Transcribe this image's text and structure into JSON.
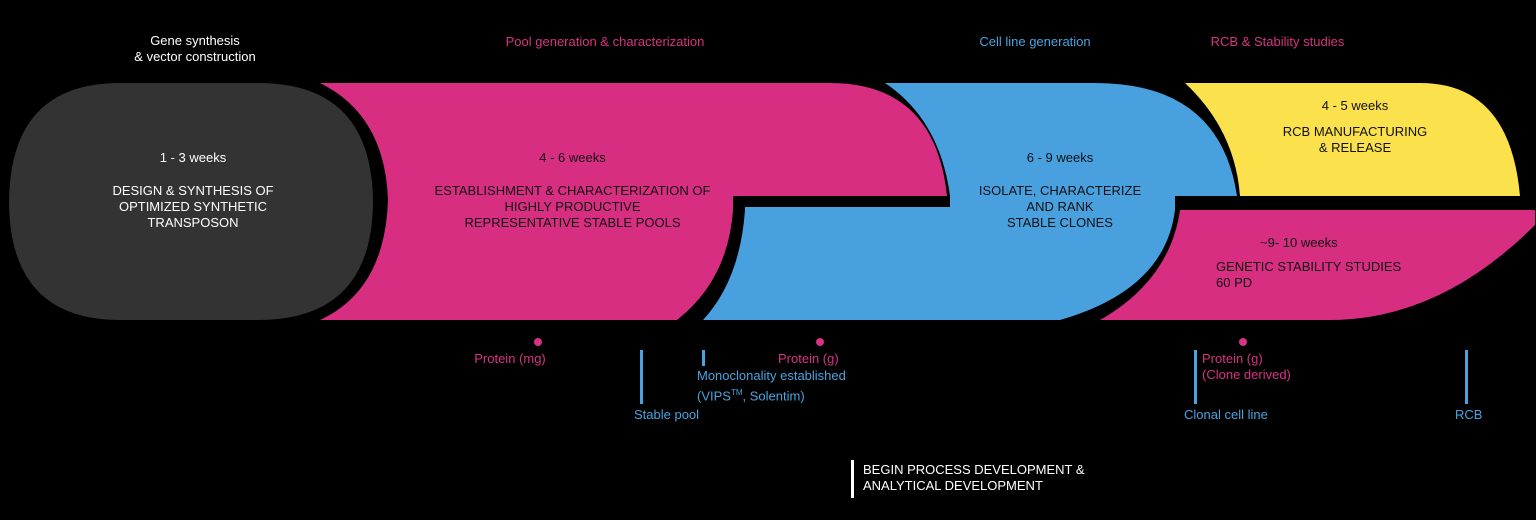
{
  "colors": {
    "background": "#000000",
    "gray": "#333333",
    "pink": "#d82e82",
    "blue": "#48a0df",
    "yellow": "#fbe24c",
    "milestone_blue": "#4aa3df",
    "protein_pink": "#d63384"
  },
  "phases": [
    {
      "label_lines": [
        "Gene synthesis",
        "& vector construction"
      ],
      "color": "white"
    },
    {
      "label_lines": [
        "Pool generation & characterization"
      ],
      "color": "pink"
    },
    {
      "label_lines": [
        "Cell line generation"
      ],
      "color": "blue"
    },
    {
      "label_lines": [
        "RCB & Stability studies"
      ],
      "color": "pink"
    }
  ],
  "stages": [
    {
      "id": "design",
      "weeks": "1 - 3 weeks",
      "title_lines": [
        "DESIGN & SYNTHESIS OF",
        "OPTIMIZED SYNTHETIC",
        "TRANSPOSON"
      ]
    },
    {
      "id": "pools",
      "weeks": "4 - 6 weeks",
      "title_lines": [
        "ESTABLISHMENT & CHARACTERIZATION OF",
        "HIGHLY PRODUCTIVE",
        "REPRESENTATIVE STABLE POOLS"
      ]
    },
    {
      "id": "clones",
      "weeks": "6 - 9 weeks",
      "title_lines": [
        "ISOLATE, CHARACTERIZE",
        "AND RANK",
        "STABLE CLONES"
      ]
    },
    {
      "id": "rcb",
      "weeks": "4 - 5 weeks",
      "title_lines": [
        "RCB MANUFACTURING",
        "& RELEASE"
      ]
    },
    {
      "id": "stability",
      "weeks": "~9- 10 weeks",
      "title_lines": [
        "GENETIC STABILITY STUDIES",
        "60 PD"
      ]
    }
  ],
  "protein_markers": [
    {
      "lines": [
        "Protein (mg)"
      ]
    },
    {
      "lines": [
        "Protein (g)"
      ]
    },
    {
      "lines": [
        "Protein (g)",
        "(Clone derived)"
      ]
    }
  ],
  "milestones": [
    {
      "label": "Stable pool"
    },
    {
      "label_line1": "Monoclonality established",
      "label_line2_pre": "(VIPS",
      "label_line2_sup": "TM",
      "label_line2_post": ", Solentim)"
    },
    {
      "label": "Clonal cell line"
    },
    {
      "label": "RCB"
    }
  ],
  "process_note": {
    "lines": [
      "BEGIN PROCESS DEVELOPMENT &",
      "ANALYTICAL DEVELOPMENT"
    ]
  }
}
